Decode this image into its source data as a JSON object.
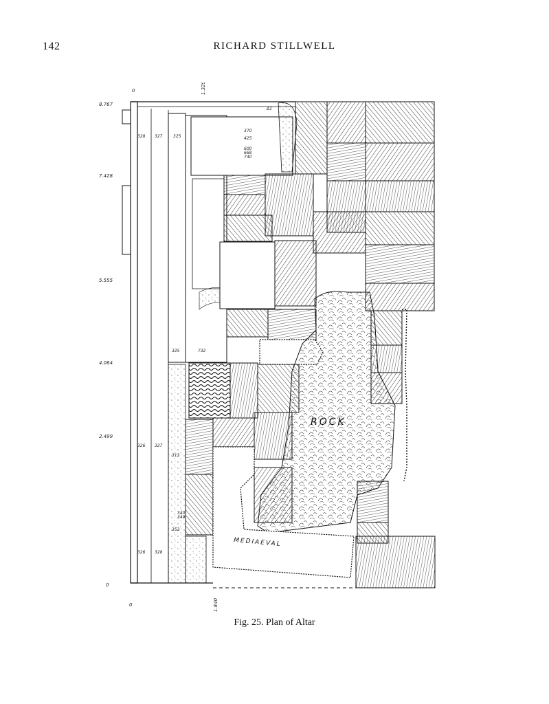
{
  "header": {
    "page_number": "142",
    "running_head": "RICHARD STILLWELL"
  },
  "figure": {
    "caption": "Fig. 25.  Plan of Altar",
    "region_labels": {
      "rock": "ROCK",
      "mediaeval": "MEDIAEVAL"
    },
    "elevations": [
      "8.767",
      "7.428",
      "5.555",
      "4.064",
      "2.499",
      "0"
    ],
    "top_marks": [
      "0",
      "1.329"
    ],
    "bottom_marks": [
      "0",
      "1.840"
    ],
    "column_marks": {
      "row1": [
        "328",
        "327",
        "325"
      ],
      "row2": [
        "325",
        "732"
      ],
      "row3": [
        "326",
        "327",
        "313"
      ],
      "row4": [
        "326",
        "328"
      ],
      "inset": [
        "370",
        "425",
        "600",
        "668",
        "740"
      ],
      "small": [
        "Δ1",
        "353",
        "340",
        "349"
      ]
    }
  }
}
